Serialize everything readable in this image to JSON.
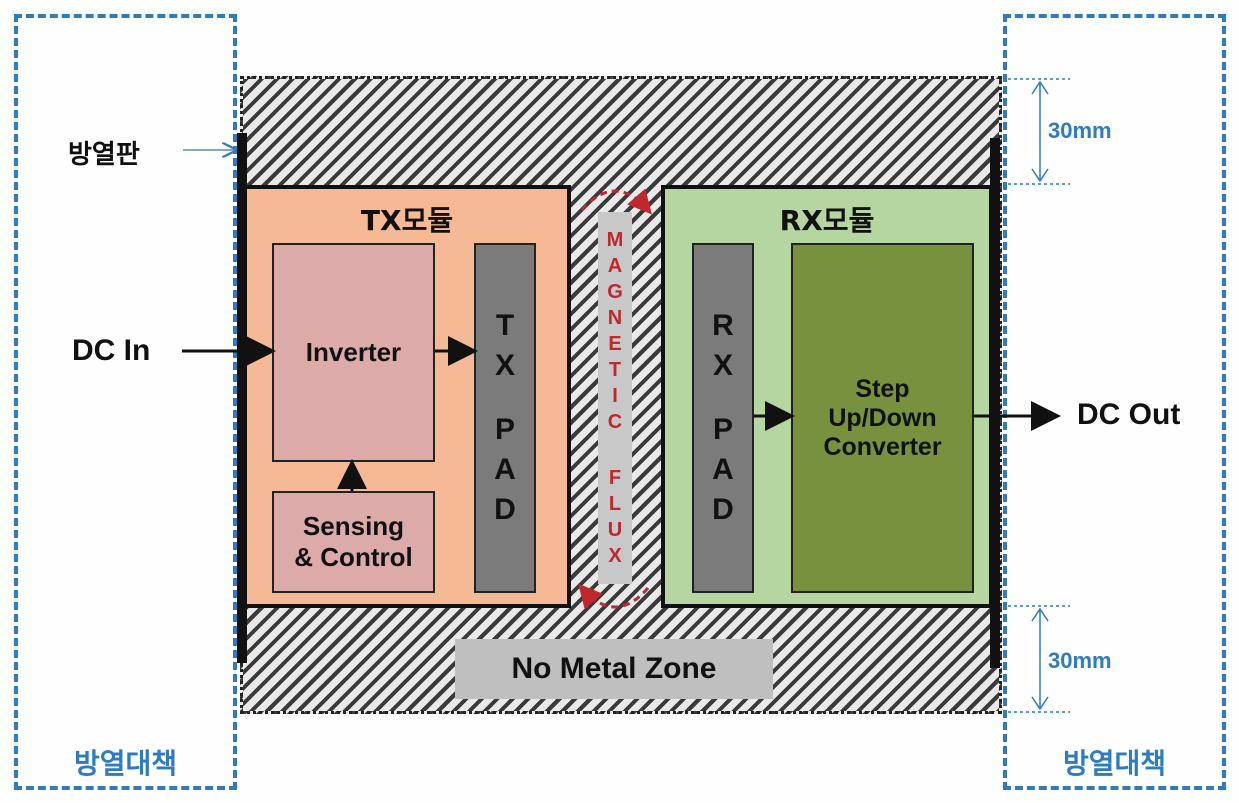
{
  "left_panel": {
    "label": "방열대책",
    "heatsink_label": "방열판",
    "input_label": "DC In"
  },
  "right_panel": {
    "label": "방열대책",
    "output_label": "DC Out",
    "top_dimension": "30mm",
    "bottom_dimension": "30mm"
  },
  "tx_module": {
    "title": "TX모듈",
    "inverter": "Inverter",
    "sensing_line1": "Sensing",
    "sensing_line2": "& Control",
    "pad_letters": [
      "T",
      "X",
      "P",
      "A",
      "D"
    ]
  },
  "rx_module": {
    "title": "RX모듈",
    "pad_letters": [
      "R",
      "X",
      "P",
      "A",
      "D"
    ],
    "converter_line1": "Step",
    "converter_line2": "Up/Down",
    "converter_line3": "Converter"
  },
  "magnetic_flux_letters": [
    "M",
    "A",
    "G",
    "N",
    "E",
    "T",
    "I",
    "C",
    "F",
    "L",
    "U",
    "X"
  ],
  "zone_label": "No Metal Zone",
  "colors": {
    "accent_blue": "#2e7bbf",
    "tx_fill": "#f6b995",
    "rx_fill": "#b5d5a1",
    "flux_red": "#c0282d",
    "converter_green": "#77913f"
  }
}
